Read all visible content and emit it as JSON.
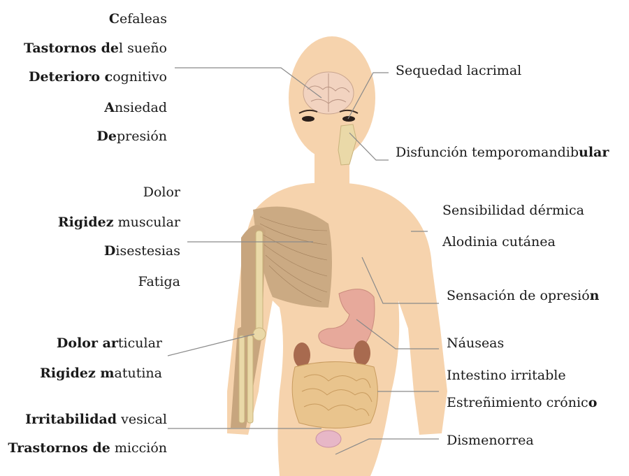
{
  "palette": {
    "skin": "#f6d3ad",
    "muscle": "#c7a57e",
    "bone": "#ead9a8",
    "organ": "#e7a99b",
    "intestine": "#e9c48d",
    "kidney": "#a86a4f",
    "leader": "#8a8a8a"
  },
  "labels_left": [
    {
      "id": "cefaleas",
      "bold": "C",
      "rest": "efaleas"
    },
    {
      "id": "sueno",
      "bold": "Tastornos d",
      "rest2_bold": "e",
      "rest": "l sueño"
    },
    {
      "id": "cognitivo",
      "bold": "Deterioro c",
      "rest": "ognitivo"
    },
    {
      "id": "ansiedad",
      "bold": "A",
      "rest": "nsiedad"
    },
    {
      "id": "depresion",
      "bold": "De",
      "rest": "presión"
    },
    {
      "id": "dolor",
      "bold": "",
      "rest": "Dolor"
    },
    {
      "id": "rigidez-muscular",
      "bold": "Rigidez",
      "rest": " muscular"
    },
    {
      "id": "disestesias",
      "bold": "D",
      "rest": "isestesias"
    },
    {
      "id": "fatiga",
      "bold": "",
      "rest": "Fatiga"
    },
    {
      "id": "dolor-articular",
      "bold": "Dolor ar",
      "rest": "ticular"
    },
    {
      "id": "rigidez-matutina",
      "bold": "Rigidez m",
      "rest": "atutina"
    },
    {
      "id": "vesical",
      "bold": "Irritabilidad",
      "rest": " vesical"
    },
    {
      "id": "miccion",
      "bold": "Trastornos de",
      "rest": " micción"
    }
  ],
  "labels_right": [
    {
      "id": "lacrimal",
      "rest": "Sequedad lacrimal",
      "bold_tail": ""
    },
    {
      "id": "temporomandibular",
      "rest": "Disfunción temporomandib",
      "bold_tail": "ular"
    },
    {
      "id": "dermica",
      "rest": "Sensibilidad dérmica",
      "bold_tail": ""
    },
    {
      "id": "alodinia",
      "rest": "Alodinia cutánea",
      "bold_tail": ""
    },
    {
      "id": "opresion",
      "rest": "Sensación de opresió",
      "bold_tail": "n"
    },
    {
      "id": "nauseas",
      "rest": "Náuseas",
      "bold_tail": ""
    },
    {
      "id": "intestino",
      "rest": "Intestino irritable",
      "bold_tail": ""
    },
    {
      "id": "estrenimiento",
      "rest": "Estreñimiento crónic",
      "bold_tail": "o"
    },
    {
      "id": "dismenorrea",
      "rest": "Dismenorrea",
      "bold_tail": ""
    }
  ]
}
